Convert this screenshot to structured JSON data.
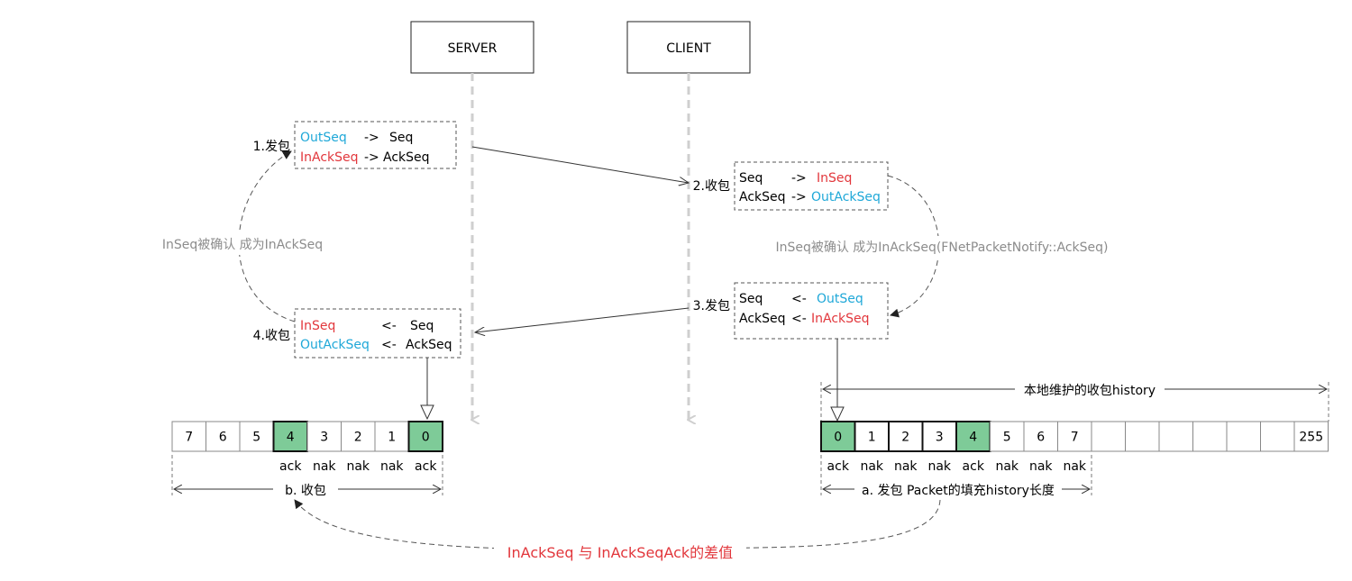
{
  "nodes": {
    "server": "SERVER",
    "client": "CLIENT"
  },
  "steps": {
    "s1": "1.发包",
    "s2": "2.收包",
    "s3": "3.发包",
    "s4": "4.收包"
  },
  "box1": {
    "line1": {
      "a": "OutSeq",
      "arrow": "->",
      "b": "Seq"
    },
    "line2": {
      "a": "InAckSeq",
      "arrow": "->",
      "b": "AckSeq"
    }
  },
  "box2": {
    "line1": {
      "a": "Seq",
      "arrow": "->",
      "b": "InSeq"
    },
    "line2": {
      "a": "AckSeq",
      "arrow": "->",
      "b": "OutAckSeq"
    }
  },
  "box3": {
    "line1": {
      "a": "Seq",
      "arrow": "<-",
      "b": "OutSeq"
    },
    "line2": {
      "a": "AckSeq",
      "arrow": "<-",
      "b": "InAckSeq"
    }
  },
  "box4": {
    "line1": {
      "a": "InSeq",
      "arrow": "<-",
      "b": "Seq"
    },
    "line2": {
      "a": "OutAckSeq",
      "arrow": "<-",
      "b": "AckSeq"
    }
  },
  "notes": {
    "left_loop": "InSeq被确认 成为InAckSeq",
    "right_loop": "InSeq被确认 成为InAckSeq(FNetPacketNotify::AckSeq)",
    "history_span": "本地维护的收包history",
    "left_span": "b. 收包",
    "right_span": "a. 发包 Packet的填充history长度",
    "bottom": "InAckSeq 与 InAckSeqAck的差值"
  },
  "left_array": {
    "cells": [
      "7",
      "6",
      "5",
      "4",
      "3",
      "2",
      "1",
      "0"
    ],
    "highlight": [
      3,
      7
    ],
    "labels": [
      "",
      "",
      "",
      "ack",
      "nak",
      "nak",
      "nak",
      "ack"
    ]
  },
  "right_array": {
    "cells": [
      "0",
      "1",
      "2",
      "3",
      "4",
      "5",
      "6",
      "7",
      "",
      "",
      "",
      "",
      "",
      "",
      "255"
    ],
    "highlight": [
      0,
      4
    ],
    "bold": [
      0,
      1,
      2,
      3,
      4
    ],
    "labels": [
      "ack",
      "nak",
      "nak",
      "nak",
      "ack",
      "nak",
      "nak",
      "nak"
    ]
  },
  "colors": {
    "blue": "#1fa8d8",
    "red": "#e2373c",
    "green": "#7ecb98",
    "grey_text": "#8c8c8c",
    "dashed_axis": "#c8c8c8",
    "line": "#333333"
  }
}
